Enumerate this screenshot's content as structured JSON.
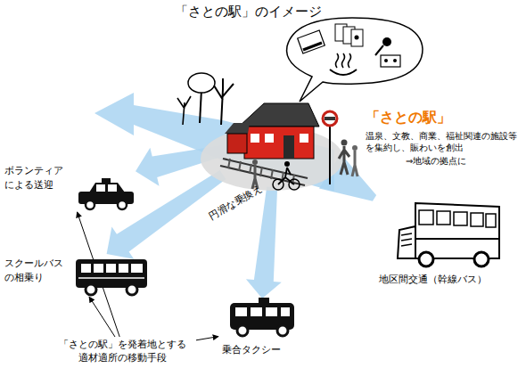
{
  "diagram": {
    "title": "「さとの駅」のイメージ",
    "nodes": [
      {
        "text": [
          "「さとの駅」",
          "温泉、文教、商業、福祉関連の施設等を集約し、賑わいを創出",
          "⇒地域の拠点に"
        ]
      },
      {
        "text": [
          "ボランティアによる送迎"
        ]
      },
      {
        "text": [
          "スクールバスの相乗り"
        ]
      },
      {
        "text": [
          "地区間交通（幹線バス）"
        ]
      },
      {
        "text": [
          "乗合タクシー"
        ]
      },
      {
        "text": [
          "「さとの駅」を発着地とする適材適所の移動手段"
        ]
      }
    ],
    "edges": [
      {
        "from": 0,
        "to": 1,
        "arrow": "to"
      },
      {
        "from": 0,
        "to": 2,
        "arrow": "to",
        "label": "円滑な乗換え"
      },
      {
        "from": 0,
        "to": 4,
        "arrow": "to"
      },
      {
        "from": 3,
        "to": 0,
        "arrow": "none"
      },
      {
        "from": 5,
        "to": 1,
        "arrow": "to"
      },
      {
        "from": 5,
        "to": 2,
        "arrow": "to"
      },
      {
        "from": 5,
        "to": 4,
        "arrow": "to"
      }
    ]
  }
}
